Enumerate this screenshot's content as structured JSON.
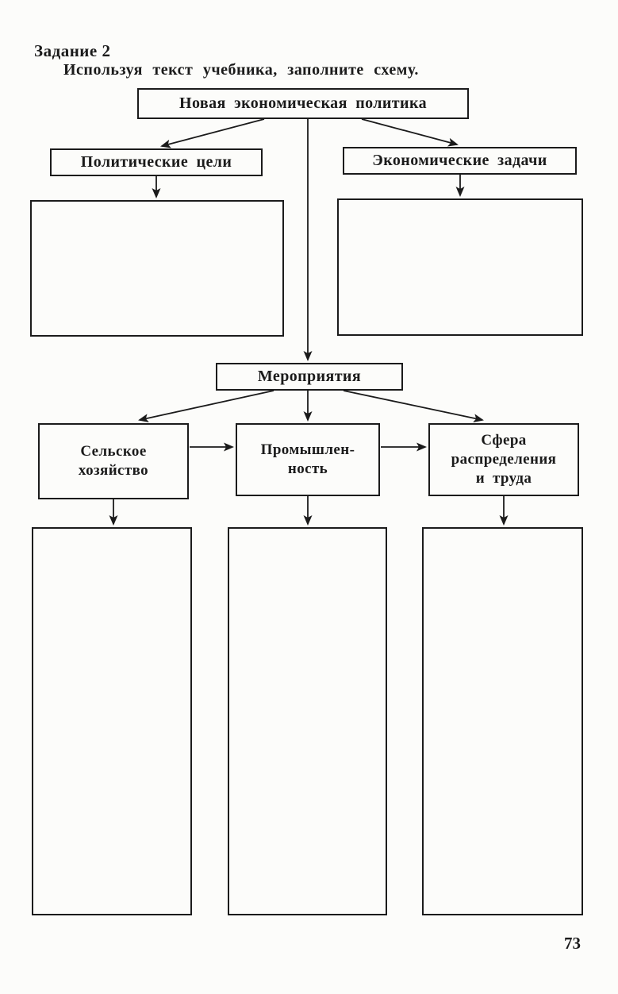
{
  "page": {
    "task_title": "Задание 2",
    "task_instruction": "Используя текст учебника, заполните схему.",
    "page_number": "73"
  },
  "diagram": {
    "nep": "Новая экономическая политика",
    "political_goals": "Политические цели",
    "economic_tasks": "Экономические задачи",
    "measures": "Мероприятия",
    "agriculture_lines": [
      "Сельское",
      "хозяйство"
    ],
    "industry_lines": [
      "Промышлен-",
      "ность"
    ],
    "distribution_lines": [
      "Сфера",
      "распределения",
      "и труда"
    ]
  },
  "colors": {
    "ink": "#1b1b1b",
    "paper": "#fcfcfa"
  }
}
